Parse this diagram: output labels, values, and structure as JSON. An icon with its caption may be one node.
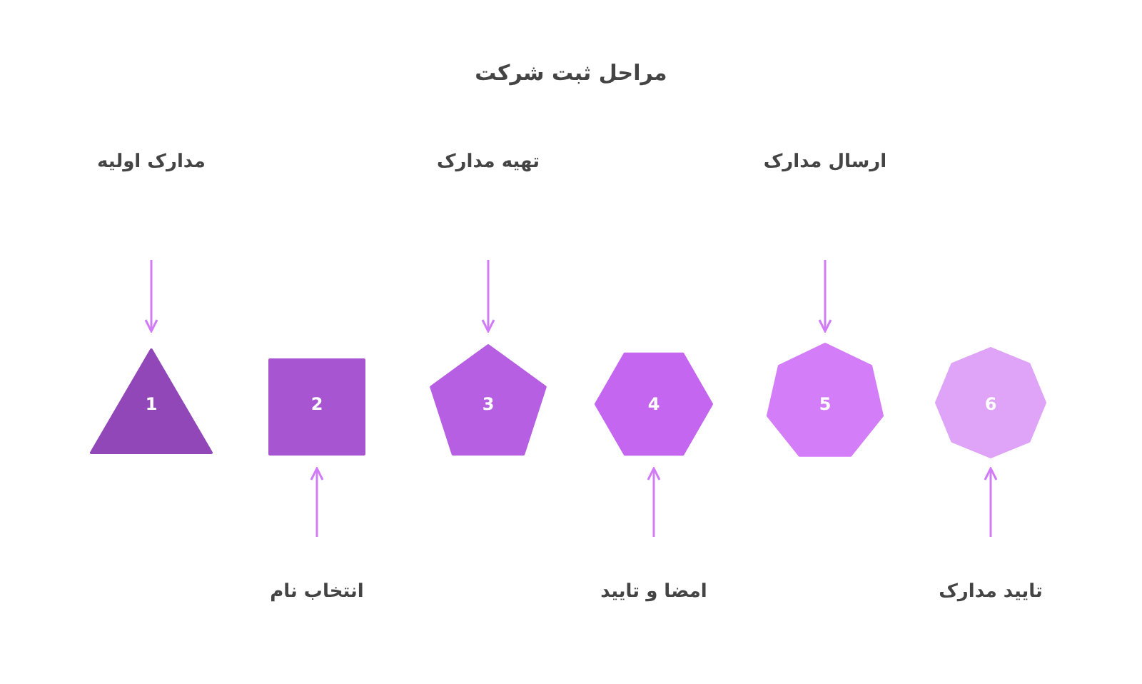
{
  "diagram": {
    "title": "مراحل ثبت شرکت",
    "nodes": [
      {
        "text": [
          "1"
        ]
      },
      {
        "text": [
          "2"
        ]
      },
      {
        "text": [
          "3"
        ]
      },
      {
        "text": [
          "4"
        ]
      },
      {
        "text": [
          "5"
        ]
      },
      {
        "text": [
          "6"
        ]
      },
      {
        "text": [
          "مدارک اولیه"
        ]
      },
      {
        "text": [
          "انتخاب نام"
        ]
      },
      {
        "text": [
          "تهیه مدارک"
        ]
      },
      {
        "text": [
          "امضا و تایید"
        ]
      },
      {
        "text": [
          "ارسال مدارک"
        ]
      },
      {
        "text": [
          "تایید مدارک"
        ]
      }
    ],
    "edges": [
      {
        "from": 6,
        "to": 0,
        "arrow": "to"
      },
      {
        "from": 7,
        "to": 1,
        "arrow": "to"
      },
      {
        "from": 8,
        "to": 2,
        "arrow": "to"
      },
      {
        "from": 9,
        "to": 3,
        "arrow": "to"
      },
      {
        "from": 10,
        "to": 4,
        "arrow": "to"
      },
      {
        "from": 11,
        "to": 5,
        "arrow": "to"
      }
    ]
  }
}
